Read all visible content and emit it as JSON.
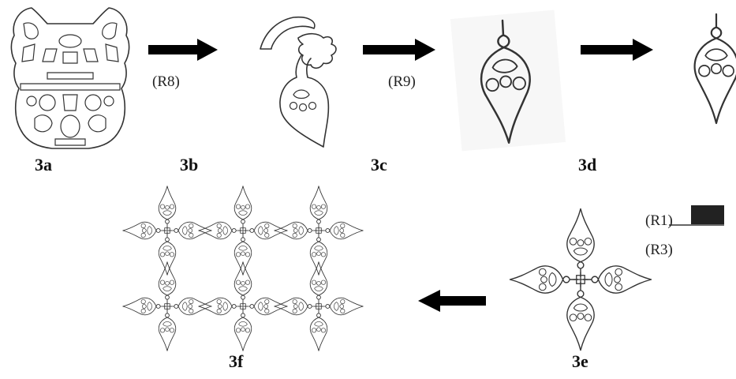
{
  "labels": {
    "a": "3a",
    "b": "3b",
    "c": "3c",
    "d": "3d",
    "e": "3e",
    "f": "3f"
  },
  "rules": {
    "r8": "(R8)",
    "r9": "(R9)",
    "r1": "(R1)",
    "r3": "(R3)"
  },
  "colors": {
    "stroke": "#333333",
    "arrow": "#000000",
    "swatch": "#222222"
  },
  "grid": {
    "rows": 2,
    "cols": 3
  }
}
